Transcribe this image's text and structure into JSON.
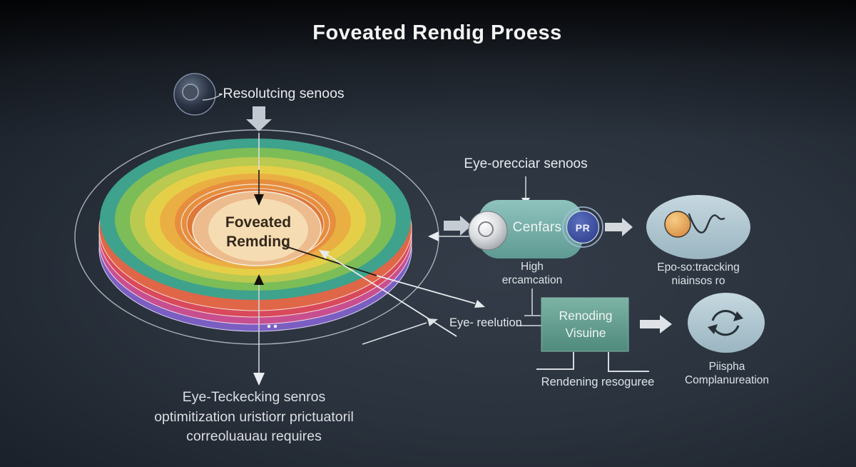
{
  "title": "Foveated Rendig Proess",
  "diagram": {
    "fovea": {
      "center_line1": "Foveated",
      "center_line2": "Remding",
      "rings": [
        "#3ea28c",
        "#7cbd58",
        "#bac94f",
        "#e6cf48",
        "#eaaf43",
        "#e78e3e",
        "#df7839",
        "#ecbc8e",
        "#f6dcb2"
      ],
      "depth_bands": [
        "#7a5ec2",
        "#c74f90",
        "#d8495b",
        "#e06648"
      ]
    },
    "labels": {
      "resolution_sensor": "-Resolutcing senoos",
      "eye_tracking_sensor": "Eye-orecciar senoos",
      "eye_resolution": "Eye- reelution",
      "footer_line1": "Eye-Teckecking senros",
      "footer_line2": "optimitization uristiorr prictuatoril",
      "footer_line3": "correoluauau requires"
    },
    "nodes": {
      "centars_label": "Cenfars",
      "pr_badge": "PR",
      "high_caption_line1": "High",
      "high_caption_line2": "ercamcation",
      "epo_caption_line1": "Epo-so:traccking",
      "epo_caption_line2": "niainsos ro",
      "rendering_line1": "Renoding",
      "rendering_line2": "Visuine",
      "rendering_caption": "Rendening resoguree",
      "cycle_caption_line1": "Piispha",
      "cycle_caption_line2": "Complanureation"
    },
    "colors": {
      "centars_box_top": "#8fc3bd",
      "centars_box_bottom": "#5e9a93",
      "rendering_box_top": "#7cb3a4",
      "rendering_box_bottom": "#4f8a7d",
      "node_ellipse_top": "#c6d8e0",
      "node_ellipse_bottom": "#9ab5c1",
      "pr_circle_top": "#5a6fc0",
      "pr_circle_bottom": "#2b3a85",
      "orange_ball": "#e89a4e",
      "outline": "#a9b1ba"
    }
  }
}
